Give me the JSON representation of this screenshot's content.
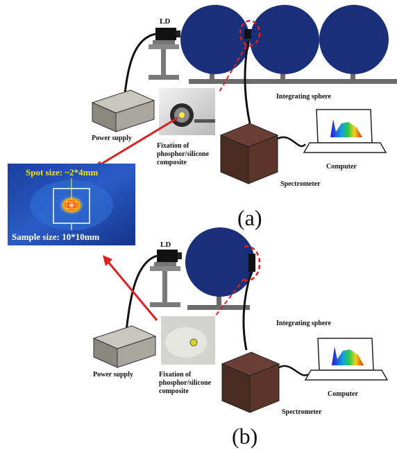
{
  "panel_a": {
    "ld": "LD",
    "integrating_sphere": "Integrating sphere",
    "power_supply": "Power supply",
    "fixation_line1": "Fixation of",
    "fixation_line2": "phosphor/silicone",
    "fixation_line3": "composite",
    "computer": "Computer",
    "spectrometer": "Spectrometer",
    "caption": "(a)"
  },
  "panel_b": {
    "ld": "LD",
    "integrating_sphere": "Integrating sphere",
    "power_supply": "Power supply",
    "fixation_line1": "Fixation of",
    "fixation_line2": "phosphor/silicone",
    "fixation_line3": "composite",
    "computer": "Computer",
    "spectrometer": "Spectrometer",
    "caption": "(b)"
  },
  "inset": {
    "spot_size": "Spot size: ~2*4mm",
    "sample_size": "Sample size: 10*10mm"
  },
  "colors": {
    "sphere": "#1a2f7a",
    "arrow": "#e02020",
    "inset_bg": "#1e4fb0",
    "spot_text": "#f5e600",
    "box_side": "#4a2b22"
  }
}
